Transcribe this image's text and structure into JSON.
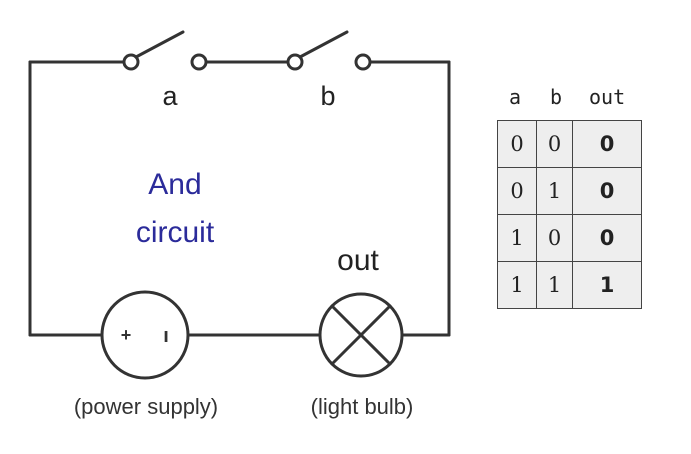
{
  "diagram": {
    "switch_a_label": "a",
    "switch_b_label": "b",
    "title_line1": "And",
    "title_line2": "circuit",
    "output_label": "out",
    "power_supply_caption": "(power supply)",
    "light_bulb_caption": "(light bulb)",
    "battery_plus": "+",
    "battery_minus": "ı",
    "title_color": "#2b2b9a",
    "wire_color": "#333333"
  },
  "truth_table": {
    "headers": [
      "a",
      "b",
      "out"
    ],
    "rows": [
      [
        "0",
        "0",
        "0"
      ],
      [
        "0",
        "1",
        "0"
      ],
      [
        "1",
        "0",
        "0"
      ],
      [
        "1",
        "1",
        "1"
      ]
    ]
  }
}
